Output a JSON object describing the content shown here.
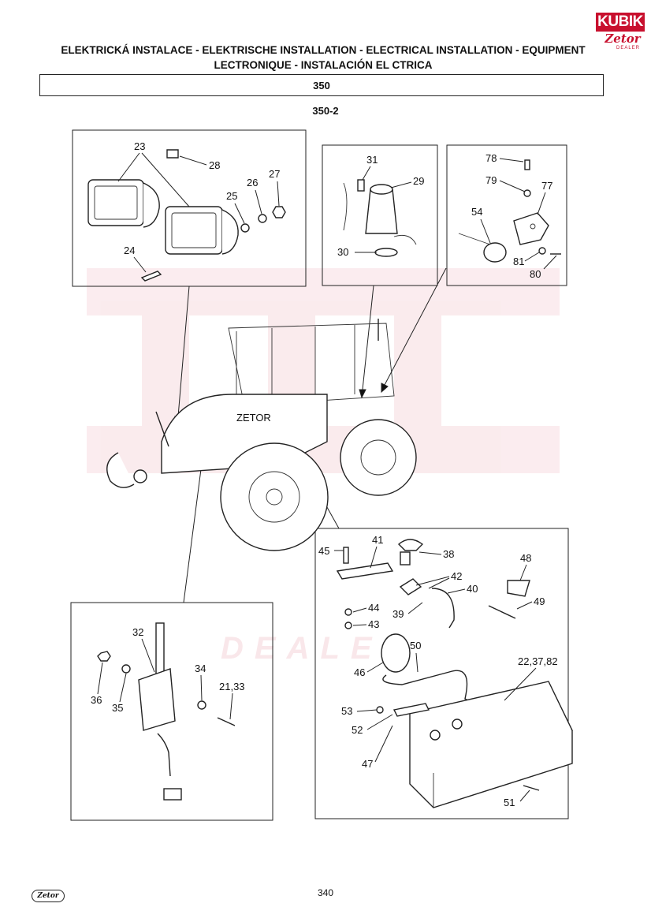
{
  "header": {
    "brand_logo": "KUBIK",
    "brand_sublogo": "Zetor",
    "brand_dealer": "DEALER",
    "title_line1": "ELEKTRICKÁ INSTALACE - ELEKTRISCHE INSTALLATION - ELECTRICAL INSTALLATION - EQUIPMENT",
    "title_line2": "LECTRONIQUE - INSTALACIÓN EL  CTRICA",
    "section": "350",
    "subsection": "350-2"
  },
  "watermark": {
    "text": "DEALER"
  },
  "callouts": {
    "headlamps": [
      {
        "id": "p23",
        "label": "23"
      },
      {
        "id": "p28",
        "label": "28"
      },
      {
        "id": "p25",
        "label": "25"
      },
      {
        "id": "p26",
        "label": "26"
      },
      {
        "id": "p27",
        "label": "27"
      },
      {
        "id": "p24",
        "label": "24"
      }
    ],
    "beacon": [
      {
        "id": "p31",
        "label": "31"
      },
      {
        "id": "p29",
        "label": "29"
      },
      {
        "id": "p30",
        "label": "30"
      }
    ],
    "socket": [
      {
        "id": "p78",
        "label": "78"
      },
      {
        "id": "p79",
        "label": "79"
      },
      {
        "id": "p77",
        "label": "77"
      },
      {
        "id": "p54",
        "label": "54"
      },
      {
        "id": "p81",
        "label": "81"
      },
      {
        "id": "p80",
        "label": "80"
      }
    ],
    "relay": [
      {
        "id": "p32",
        "label": "32"
      },
      {
        "id": "p36",
        "label": "36"
      },
      {
        "id": "p35",
        "label": "35"
      },
      {
        "id": "p34",
        "label": "34"
      },
      {
        "id": "p2133",
        "label": "21,33"
      }
    ],
    "battery": [
      {
        "id": "p41",
        "label": "41"
      },
      {
        "id": "p45",
        "label": "45"
      },
      {
        "id": "p38",
        "label": "38"
      },
      {
        "id": "p48",
        "label": "48"
      },
      {
        "id": "p42",
        "label": "42"
      },
      {
        "id": "p40",
        "label": "40"
      },
      {
        "id": "p49",
        "label": "49"
      },
      {
        "id": "p44",
        "label": "44"
      },
      {
        "id": "p39",
        "label": "39"
      },
      {
        "id": "p43",
        "label": "43"
      },
      {
        "id": "p50",
        "label": "50"
      },
      {
        "id": "p46",
        "label": "46"
      },
      {
        "id": "p223782",
        "label": "22,37,82"
      },
      {
        "id": "p53",
        "label": "53"
      },
      {
        "id": "p52",
        "label": "52"
      },
      {
        "id": "p47",
        "label": "47"
      },
      {
        "id": "p51",
        "label": "51"
      }
    ]
  },
  "footer": {
    "logo": "Zetor",
    "page_number": "340"
  }
}
